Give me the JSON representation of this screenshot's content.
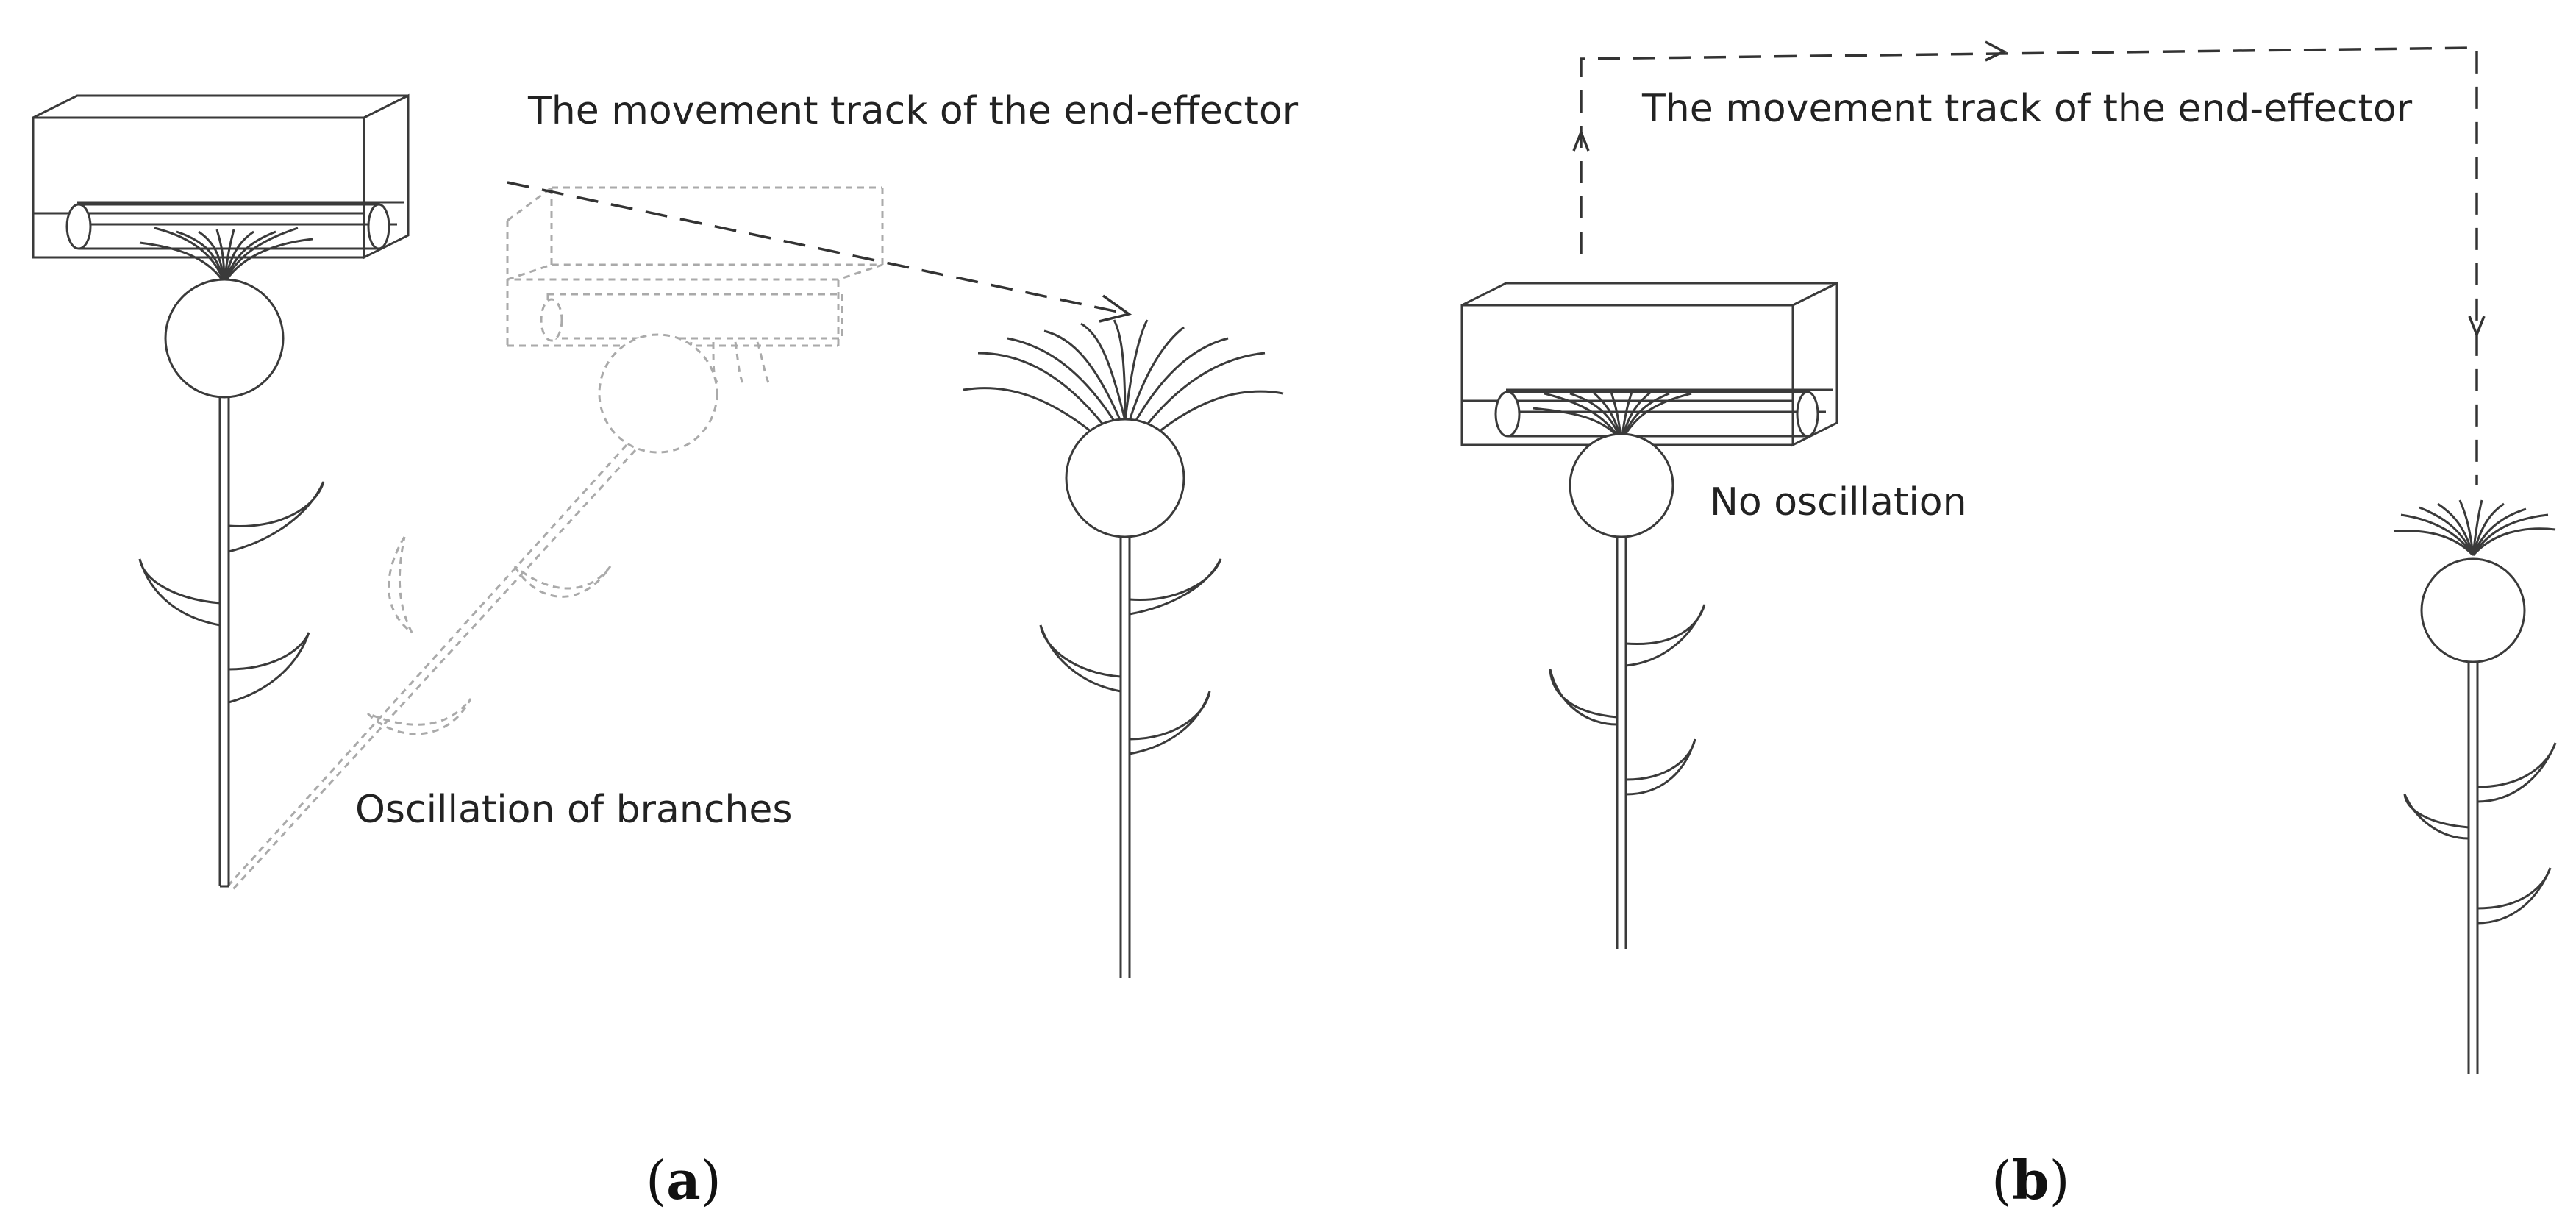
{
  "panel_a": {
    "track_label": "The movement track of the end-effector",
    "oscillation_label": "Oscillation of branches",
    "caption_open": "(",
    "caption_letter": "a",
    "caption_close": ")"
  },
  "panel_b": {
    "track_label": "The movement track of the end-effector",
    "oscillation_label": "No oscillation",
    "caption_open": "(",
    "caption_letter": "b",
    "caption_close": ")"
  }
}
